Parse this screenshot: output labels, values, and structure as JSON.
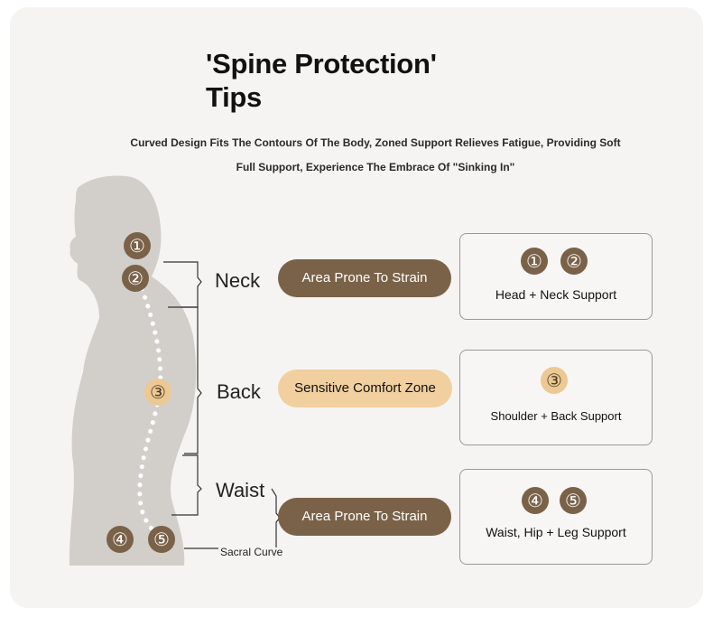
{
  "title_line1": "'Spine Protection'",
  "title_line2": "Tips",
  "description_line1": "Curved Design Fits The Contours Of The Body, Zoned Support Relieves Fatigue, Providing Soft",
  "description_line2": "Full Support, Experience The Embrace Of \"Sinking In\"",
  "spine_markers": [
    "①",
    "②",
    "③",
    "④",
    "⑤"
  ],
  "sections": [
    {
      "label": "Neck",
      "tag": "Area Prone To Strain",
      "markers": [
        "①",
        "②"
      ],
      "support": "Head + Neck Support"
    },
    {
      "label": "Back",
      "tag": "Sensitive Comfort Zone",
      "markers": [
        "③"
      ],
      "support": "Shoulder + Back Support"
    },
    {
      "label": "Waist",
      "tag": "Area Prone To Strain",
      "markers": [
        "④",
        "⑤"
      ],
      "support": "Waist, Hip + Leg Support"
    }
  ],
  "sacral_label": "Sacral Curve",
  "colors": {
    "brown": "#7a6249",
    "tan": "#f1cf9f",
    "silhouette": "#d2cfcb"
  }
}
